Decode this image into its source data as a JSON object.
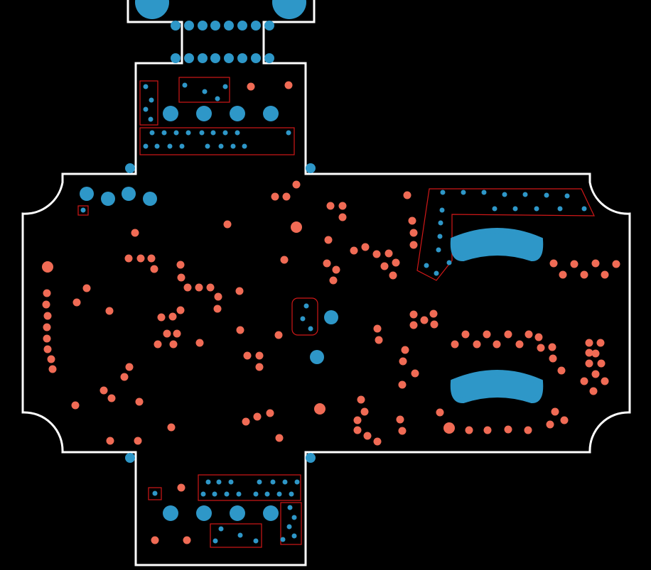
{
  "colors": {
    "background": "#000000",
    "outline": "#ffffff",
    "top_pad": "#f06b55",
    "bottom_pad": "#2e97c8",
    "keepout": "#d01818"
  },
  "layers": [
    "board-outline",
    "top-copper-pads",
    "bottom-copper-pads",
    "keepout-zones"
  ]
}
